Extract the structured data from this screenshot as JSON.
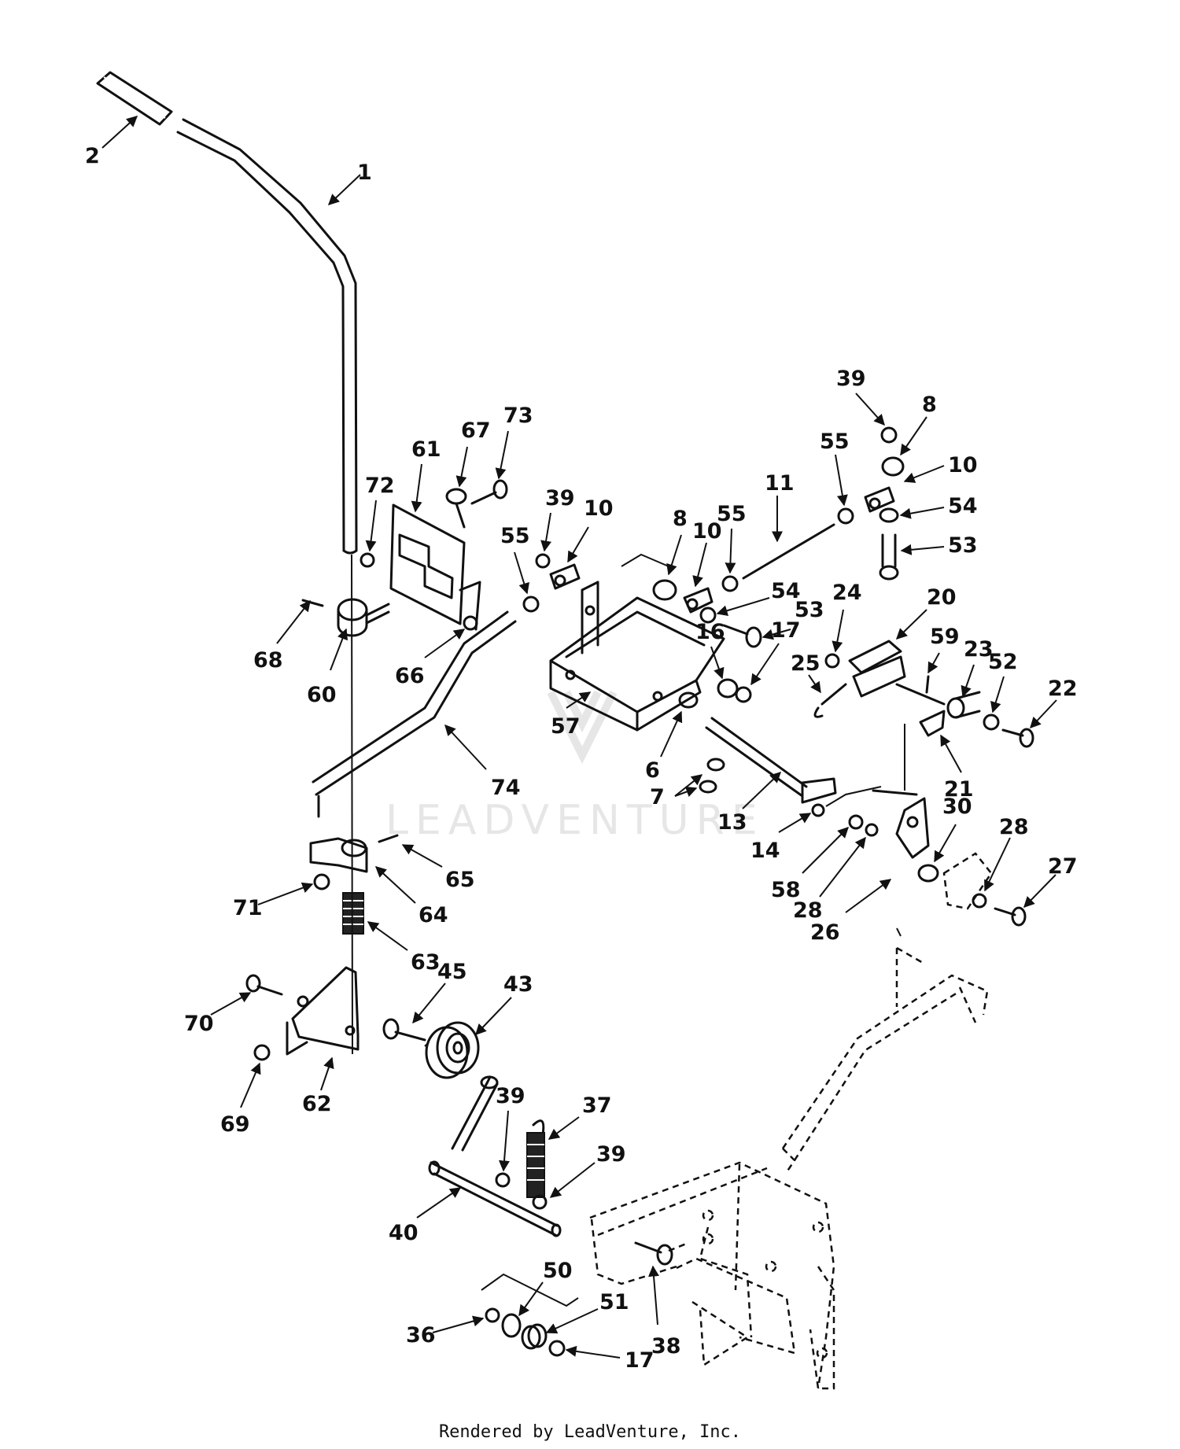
{
  "watermark": "LEADVENTURE",
  "footer": "Rendered by LeadVenture, Inc.",
  "callouts": [
    "1",
    "2",
    "6",
    "7",
    "8",
    "8",
    "10",
    "10",
    "10",
    "11",
    "13",
    "14",
    "16",
    "17",
    "17",
    "20",
    "21",
    "22",
    "23",
    "24",
    "25",
    "26",
    "27",
    "28",
    "28",
    "30",
    "36",
    "37",
    "38",
    "39",
    "39",
    "39",
    "39",
    "40",
    "43",
    "45",
    "50",
    "51",
    "52",
    "53",
    "53",
    "54",
    "54",
    "55",
    "55",
    "55",
    "57",
    "58",
    "59",
    "60",
    "61",
    "62",
    "63",
    "64",
    "65",
    "66",
    "67",
    "68",
    "69",
    "70",
    "71",
    "72",
    "73",
    "74"
  ]
}
